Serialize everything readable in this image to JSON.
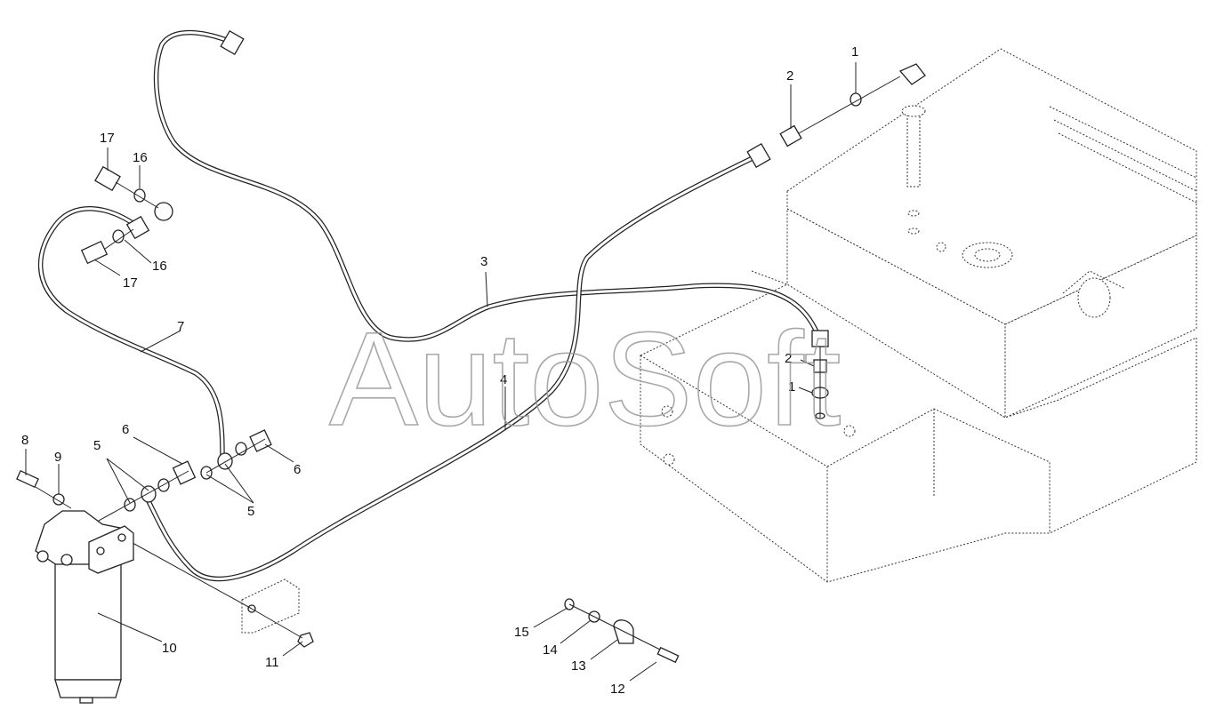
{
  "watermark": "AutoSoft",
  "callouts": [
    {
      "id": "c1a",
      "text": "1"
    },
    {
      "id": "c2a",
      "text": "2"
    },
    {
      "id": "c3",
      "text": "3"
    },
    {
      "id": "c2b",
      "text": "2"
    },
    {
      "id": "c1b",
      "text": "1"
    },
    {
      "id": "c4",
      "text": "4"
    },
    {
      "id": "c17a",
      "text": "17"
    },
    {
      "id": "c16a",
      "text": "16"
    },
    {
      "id": "c16b",
      "text": "16"
    },
    {
      "id": "c17b",
      "text": "17"
    },
    {
      "id": "c7",
      "text": "7"
    },
    {
      "id": "c8",
      "text": "8"
    },
    {
      "id": "c9",
      "text": "9"
    },
    {
      "id": "c5a",
      "text": "5"
    },
    {
      "id": "c6a",
      "text": "6"
    },
    {
      "id": "c5b",
      "text": "5"
    },
    {
      "id": "c6b",
      "text": "6"
    },
    {
      "id": "c10",
      "text": "10"
    },
    {
      "id": "c11",
      "text": "11"
    },
    {
      "id": "c15",
      "text": "15"
    },
    {
      "id": "c14",
      "text": "14"
    },
    {
      "id": "c13",
      "text": "13"
    },
    {
      "id": "c12",
      "text": "12"
    }
  ]
}
